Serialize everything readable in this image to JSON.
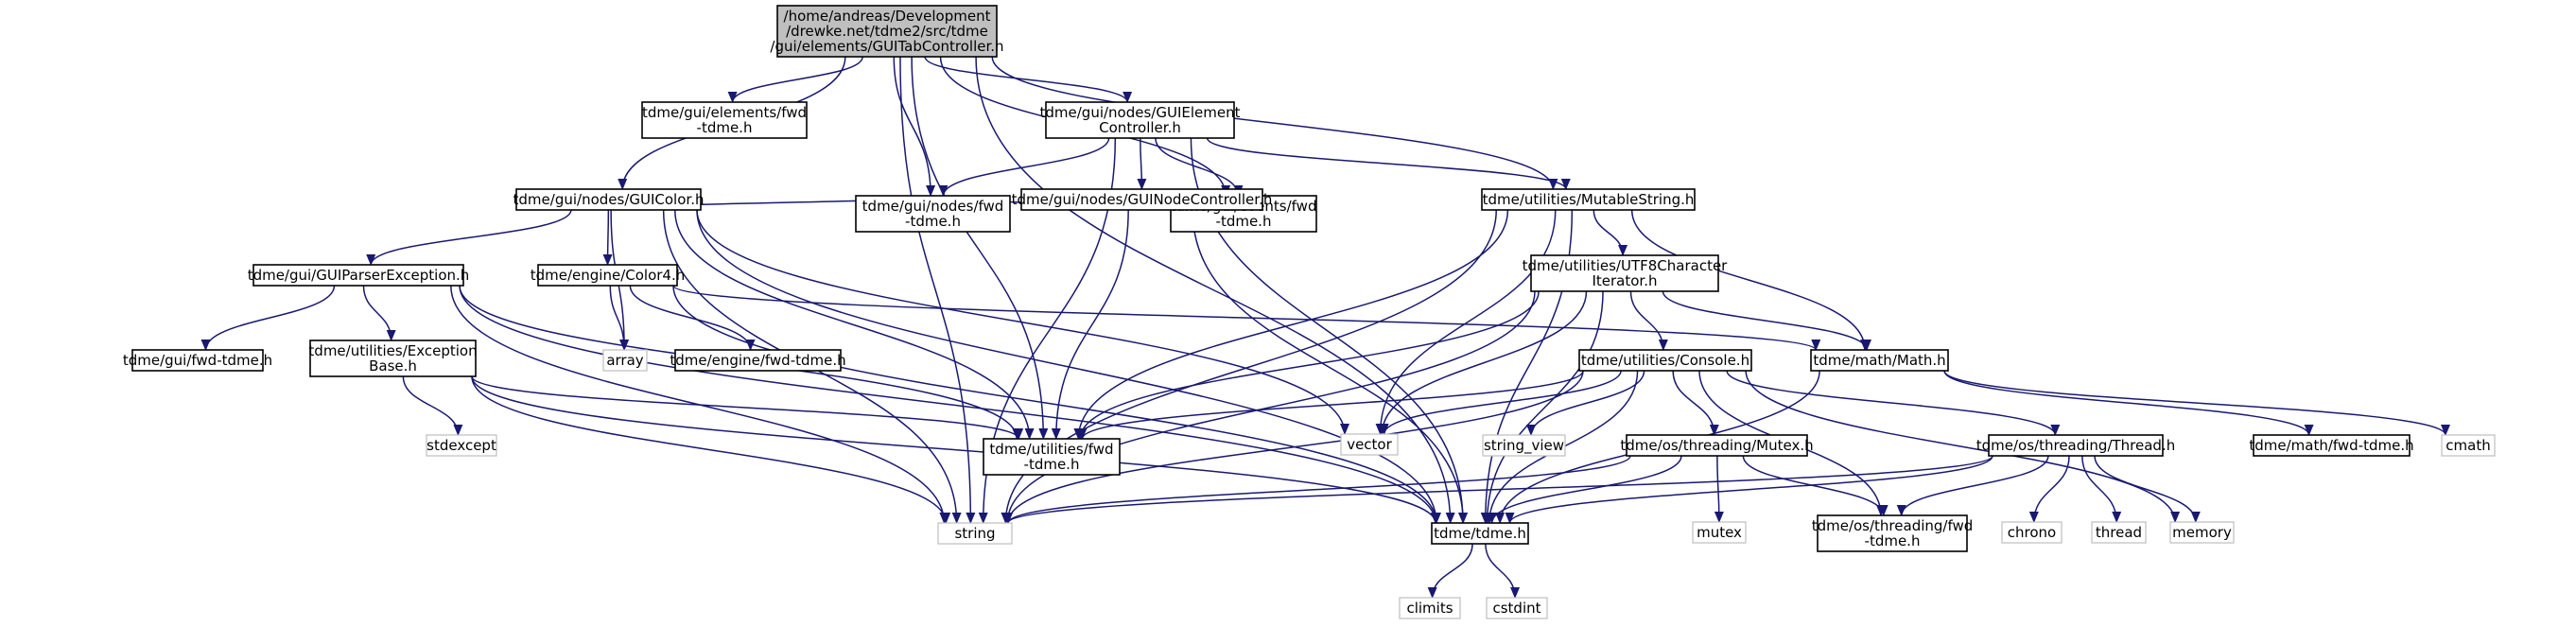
{
  "nodes": [
    {
      "id": "root",
      "lines": [
        "/home/andreas/Development",
        "/drewke.net/tdme2/src/tdme",
        "/gui/elements/GUITabController.h"
      ],
      "kind": "root"
    },
    {
      "id": "string",
      "lines": [
        "string"
      ],
      "kind": "sys"
    },
    {
      "id": "tdme_h",
      "lines": [
        "tdme/tdme.h"
      ],
      "kind": "file"
    },
    {
      "id": "gui_color",
      "lines": [
        "tdme/gui/nodes/GUIColor.h"
      ],
      "kind": "file"
    },
    {
      "id": "gui_elements_fwd",
      "lines": [
        "tdme/gui/elements/fwd",
        "-tdme.h"
      ],
      "kind": "file"
    },
    {
      "id": "gui_nodes_fwd",
      "lines": [
        "tdme/gui/nodes/fwd",
        "-tdme.h"
      ],
      "kind": "file"
    },
    {
      "id": "gui_element_ctrl",
      "lines": [
        "tdme/gui/nodes/GUIElement",
        "Controller.h"
      ],
      "kind": "file"
    },
    {
      "id": "gui_events_fwd",
      "lines": [
        "tdme/gui/events/fwd",
        "-tdme.h"
      ],
      "kind": "file"
    },
    {
      "id": "mutable_string",
      "lines": [
        "tdme/utilities/MutableString.h"
      ],
      "kind": "file"
    },
    {
      "id": "utilities_fwd",
      "lines": [
        "tdme/utilities/fwd",
        "-tdme.h"
      ],
      "kind": "file"
    },
    {
      "id": "gui_node_ctrl",
      "lines": [
        "tdme/gui/nodes/GUINodeController.h"
      ],
      "kind": "file"
    },
    {
      "id": "gui_parser_exc",
      "lines": [
        "tdme/gui/GUIParserException.h"
      ],
      "kind": "file"
    },
    {
      "id": "color4",
      "lines": [
        "tdme/engine/Color4.h"
      ],
      "kind": "file"
    },
    {
      "id": "array",
      "lines": [
        "array"
      ],
      "kind": "sys"
    },
    {
      "id": "vector",
      "lines": [
        "vector"
      ],
      "kind": "sys"
    },
    {
      "id": "gui_fwd",
      "lines": [
        "tdme/gui/fwd-tdme.h"
      ],
      "kind": "file"
    },
    {
      "id": "exception_base",
      "lines": [
        "tdme/utilities/Exception",
        "Base.h"
      ],
      "kind": "file"
    },
    {
      "id": "stdexcept",
      "lines": [
        "stdexcept"
      ],
      "kind": "sys"
    },
    {
      "id": "engine_fwd",
      "lines": [
        "tdme/engine/fwd-tdme.h"
      ],
      "kind": "file"
    },
    {
      "id": "math_h",
      "lines": [
        "tdme/math/Math.h"
      ],
      "kind": "file"
    },
    {
      "id": "utf8",
      "lines": [
        "tdme/utilities/UTF8Character",
        "Iterator.h"
      ],
      "kind": "file"
    },
    {
      "id": "console",
      "lines": [
        "tdme/utilities/Console.h"
      ],
      "kind": "file"
    },
    {
      "id": "string_view",
      "lines": [
        "string_view"
      ],
      "kind": "sys"
    },
    {
      "id": "mutex_h",
      "lines": [
        "tdme/os/threading/Mutex.h"
      ],
      "kind": "file"
    },
    {
      "id": "mutex",
      "lines": [
        "mutex"
      ],
      "kind": "sys"
    },
    {
      "id": "threading_fwd",
      "lines": [
        "tdme/os/threading/fwd",
        "-tdme.h"
      ],
      "kind": "file"
    },
    {
      "id": "thread_h",
      "lines": [
        "tdme/os/threading/Thread.h"
      ],
      "kind": "file"
    },
    {
      "id": "chrono",
      "lines": [
        "chrono"
      ],
      "kind": "sys"
    },
    {
      "id": "thread",
      "lines": [
        "thread"
      ],
      "kind": "sys"
    },
    {
      "id": "memory",
      "lines": [
        "memory"
      ],
      "kind": "sys"
    },
    {
      "id": "math_fwd",
      "lines": [
        "tdme/math/fwd-tdme.h"
      ],
      "kind": "file"
    },
    {
      "id": "cmath",
      "lines": [
        "cmath"
      ],
      "kind": "sys"
    },
    {
      "id": "climits",
      "lines": [
        "climits"
      ],
      "kind": "sys"
    },
    {
      "id": "cstdint",
      "lines": [
        "cstdint"
      ],
      "kind": "sys"
    }
  ],
  "edges": [
    [
      "root",
      "string"
    ],
    [
      "root",
      "tdme_h"
    ],
    [
      "root",
      "gui_color"
    ],
    [
      "root",
      "gui_elements_fwd"
    ],
    [
      "root",
      "gui_nodes_fwd"
    ],
    [
      "root",
      "gui_element_ctrl"
    ],
    [
      "root",
      "utilities_fwd"
    ],
    [
      "root",
      "gui_events_fwd"
    ],
    [
      "root",
      "mutable_string"
    ],
    [
      "gui_color",
      "gui_parser_exc"
    ],
    [
      "gui_color",
      "color4"
    ],
    [
      "gui_color",
      "array"
    ],
    [
      "gui_color",
      "gui_nodes_fwd"
    ],
    [
      "gui_color",
      "utilities_fwd"
    ],
    [
      "gui_color",
      "vector"
    ],
    [
      "gui_color",
      "string"
    ],
    [
      "gui_color",
      "tdme_h"
    ],
    [
      "gui_parser_exc",
      "gui_fwd"
    ],
    [
      "gui_parser_exc",
      "exception_base"
    ],
    [
      "gui_parser_exc",
      "utilities_fwd"
    ],
    [
      "gui_parser_exc",
      "string"
    ],
    [
      "gui_parser_exc",
      "tdme_h"
    ],
    [
      "exception_base",
      "stdexcept"
    ],
    [
      "exception_base",
      "string"
    ],
    [
      "exception_base",
      "tdme_h"
    ],
    [
      "exception_base",
      "utilities_fwd"
    ],
    [
      "color4",
      "array"
    ],
    [
      "color4",
      "engine_fwd"
    ],
    [
      "color4",
      "math_h"
    ],
    [
      "color4",
      "tdme_h"
    ],
    [
      "gui_element_ctrl",
      "gui_node_ctrl"
    ],
    [
      "gui_element_ctrl",
      "gui_nodes_fwd"
    ],
    [
      "gui_element_ctrl",
      "gui_events_fwd"
    ],
    [
      "gui_element_ctrl",
      "mutable_string"
    ],
    [
      "gui_element_ctrl",
      "string"
    ],
    [
      "gui_element_ctrl",
      "tdme_h"
    ],
    [
      "gui_node_ctrl",
      "gui_nodes_fwd"
    ],
    [
      "gui_node_ctrl",
      "gui_events_fwd"
    ],
    [
      "gui_node_ctrl",
      "utilities_fwd"
    ],
    [
      "gui_node_ctrl",
      "tdme_h"
    ],
    [
      "mutable_string",
      "utf8"
    ],
    [
      "mutable_string",
      "math_h"
    ],
    [
      "mutable_string",
      "utilities_fwd"
    ],
    [
      "mutable_string",
      "vector"
    ],
    [
      "mutable_string",
      "string"
    ],
    [
      "mutable_string",
      "tdme_h"
    ],
    [
      "utf8",
      "console"
    ],
    [
      "utf8",
      "math_h"
    ],
    [
      "utf8",
      "utilities_fwd"
    ],
    [
      "utf8",
      "vector"
    ],
    [
      "utf8",
      "string"
    ],
    [
      "utf8",
      "tdme_h"
    ],
    [
      "console",
      "utilities_fwd"
    ],
    [
      "console",
      "vector"
    ],
    [
      "console",
      "string_view"
    ],
    [
      "console",
      "mutex_h"
    ],
    [
      "console",
      "thread_h"
    ],
    [
      "console",
      "threading_fwd"
    ],
    [
      "console",
      "memory"
    ],
    [
      "console",
      "string"
    ],
    [
      "console",
      "tdme_h"
    ],
    [
      "mutex_h",
      "mutex"
    ],
    [
      "mutex_h",
      "threading_fwd"
    ],
    [
      "mutex_h",
      "string"
    ],
    [
      "mutex_h",
      "tdme_h"
    ],
    [
      "thread_h",
      "chrono"
    ],
    [
      "thread_h",
      "thread"
    ],
    [
      "thread_h",
      "memory"
    ],
    [
      "thread_h",
      "threading_fwd"
    ],
    [
      "thread_h",
      "string"
    ],
    [
      "thread_h",
      "tdme_h"
    ],
    [
      "math_h",
      "math_fwd"
    ],
    [
      "math_h",
      "cmath"
    ],
    [
      "math_h",
      "tdme_h"
    ],
    [
      "tdme_h",
      "climits"
    ],
    [
      "tdme_h",
      "cstdint"
    ]
  ]
}
